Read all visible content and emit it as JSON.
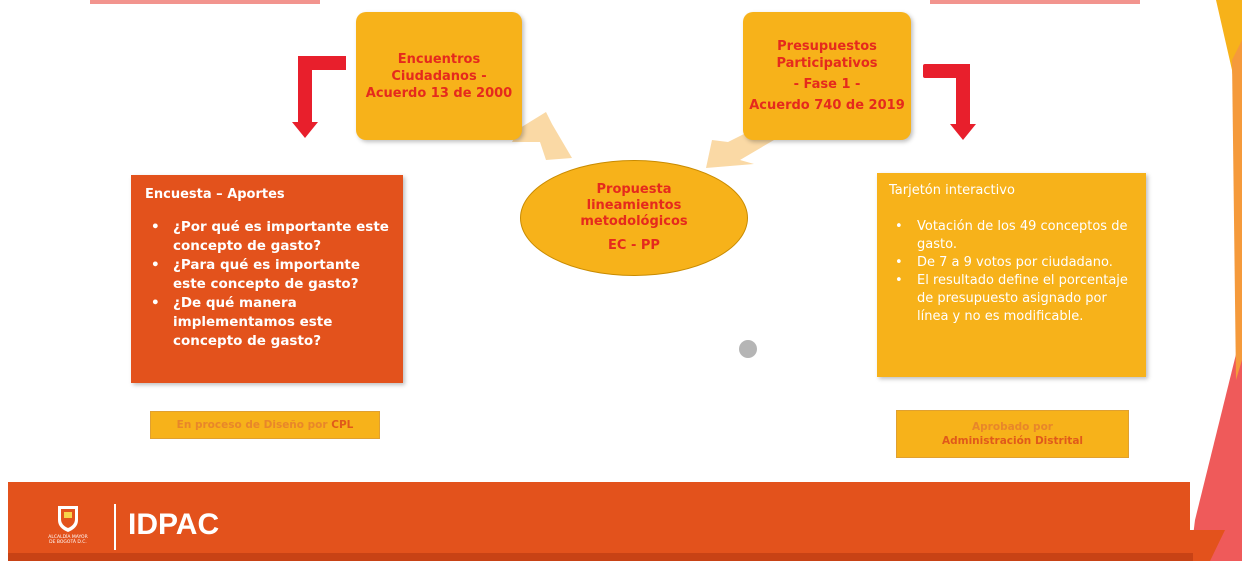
{
  "colors": {
    "orange_red": "#e3521c",
    "gold": "#f7b21a",
    "red_text": "#e52a1d",
    "arrow_red": "#e81f2c",
    "connector_peach": "#fad9a5"
  },
  "top_left_box": {
    "lines": [
      "Encuentros",
      "Ciudadanos -",
      "Acuerdo 13 de 2000"
    ]
  },
  "top_right_box": {
    "lines": [
      "Presupuestos",
      "Participativos",
      "- Fase 1 -",
      "Acuerdo 740 de 2019"
    ]
  },
  "center": {
    "lines": [
      "Propuesta",
      "lineamientos",
      "metodológicos"
    ],
    "tag": "EC - PP"
  },
  "left_panel": {
    "title": "Encuesta – Aportes",
    "items": [
      "¿Por qué es importante este concepto de gasto?",
      "¿Para qué es importante este concepto de gasto?",
      "¿De qué manera implementamos este concepto de gasto?"
    ],
    "status_prefix": "En proceso de Diseño por",
    "status_emphasis": "CPL"
  },
  "right_panel": {
    "title": "Tarjetón interactivo",
    "items": [
      "Votación de los 49 conceptos de gasto.",
      "De 7 a 9 votos por ciudadano.",
      "El resultado define el porcentaje de presupuesto asignado por línea y no es modificable."
    ],
    "status_line1": "Aprobado por",
    "status_line2": "Administración Distrital"
  },
  "footer": {
    "crest_label_1": "ALCALDÍA MAYOR",
    "crest_label_2": "DE BOGOTÁ D.C.",
    "brand": "IDPAC"
  }
}
